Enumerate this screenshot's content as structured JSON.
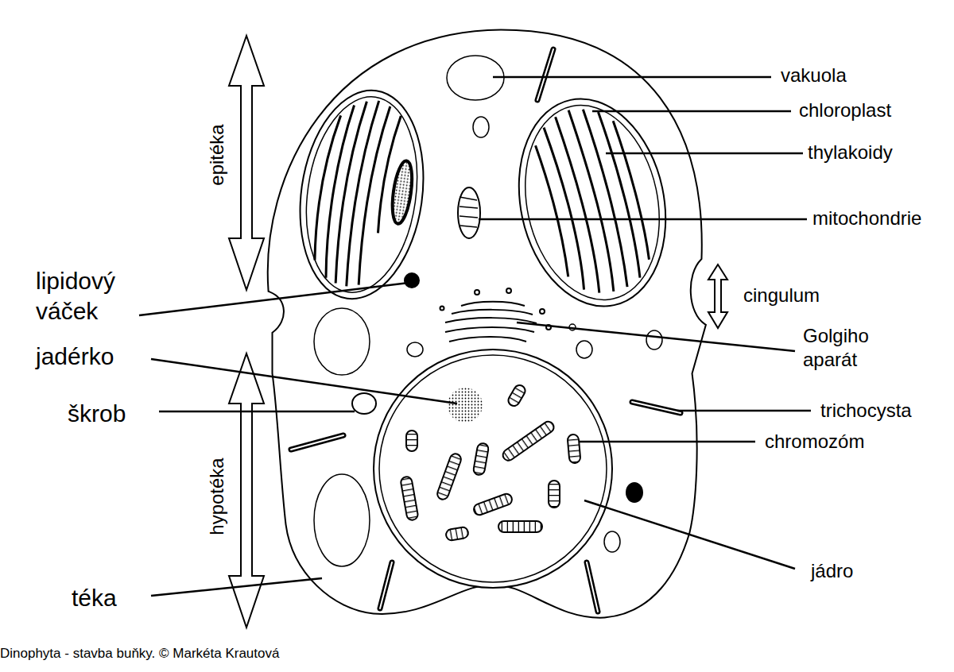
{
  "diagram": {
    "caption": "Dinophyta - stavba buňky. © Markéta Krautová",
    "labels": [
      "vakuola",
      "chloroplast",
      "thylakoidy",
      "mitochondrie",
      "epitéka",
      "lipidový váček",
      "cingulum",
      "Golgiho aparát",
      "jadérko",
      "trichocysta",
      "škrob",
      "chromozóm",
      "hypotéka",
      "jádro",
      "téka"
    ]
  }
}
